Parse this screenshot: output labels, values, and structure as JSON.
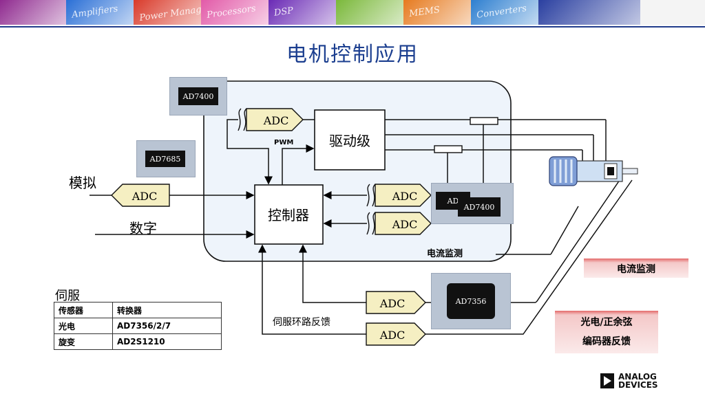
{
  "banner": {
    "items": [
      {
        "label": "",
        "color": "#8f2a8f"
      },
      {
        "label": "Amplifiers",
        "color": "#2a6fd6"
      },
      {
        "label": "Power Management",
        "color": "#d93a2a"
      },
      {
        "label": "Processors",
        "color": "#e25aa8"
      },
      {
        "label": "DSP",
        "color": "#6a2ab5"
      },
      {
        "label": "",
        "color": "#7ab83a"
      },
      {
        "label": "MEMS",
        "color": "#e67a1f"
      },
      {
        "label": "Converters",
        "color": "#2e7fd0"
      },
      {
        "label": "",
        "color": "#2a3fa0"
      }
    ]
  },
  "title": "电机控制应用",
  "chips": {
    "ad7400_top": "AD7400",
    "ad7685": "AD7685",
    "ad7400_mid_back": "AD",
    "ad7400_mid": "AD7400",
    "ad7356": "AD7356"
  },
  "blocks": {
    "drive": "驱动级",
    "controller": "控制器",
    "adc": "ADC",
    "pwm": "PWM",
    "current_monitor": "电流监测"
  },
  "inputs": {
    "analog": "模拟",
    "digital": "数字"
  },
  "feedback_label": "伺服环路反馈",
  "servo": {
    "title": "伺服",
    "rows": [
      [
        "传感器",
        "转换器"
      ],
      [
        "光电",
        "AD7356/2/7"
      ],
      [
        "旋变",
        "AD2S1210"
      ]
    ]
  },
  "tags": {
    "current_monitor": "电流监测",
    "encoder_line1": "光电/正余弦",
    "encoder_line2": "编码器反馈"
  },
  "logo": {
    "line1": "ANALOG",
    "line2": "DEVICES"
  },
  "colors": {
    "title": "#1b3e8f",
    "adc_fill": "#f5efc2",
    "panel": "#eef4fb",
    "banner_rule": "#1f3a8a",
    "tag_red": "#e46a6a"
  }
}
